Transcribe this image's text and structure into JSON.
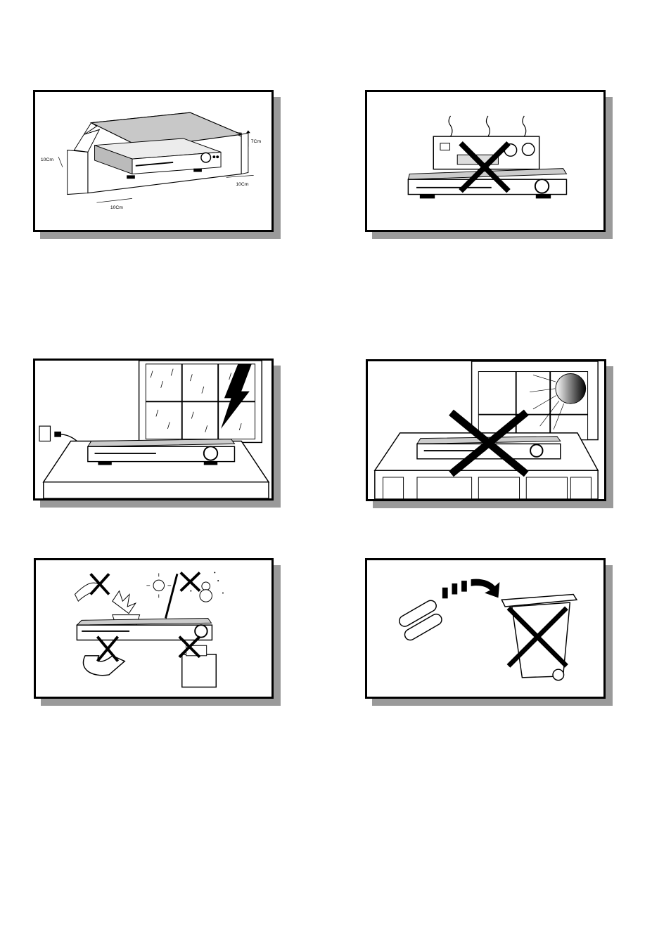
{
  "panels": {
    "ventilation": {
      "labels": {
        "left": "10Cm",
        "top": "7Cm",
        "right": "10Cm",
        "bottom": "10Cm"
      }
    },
    "no_stacking": {},
    "unplug_storm": {},
    "no_sunlight": {},
    "no_hazards": {},
    "battery_disposal": {}
  },
  "colors": {
    "line": "#000000",
    "shadow": "#9a9a9a",
    "background": "#ffffff"
  },
  "icons": [
    "cross-mark-icon",
    "lightning-icon",
    "sun-icon",
    "battery-icon",
    "trash-bin-icon",
    "arrow-icon",
    "heat-wave-icon",
    "power-plug-icon"
  ]
}
